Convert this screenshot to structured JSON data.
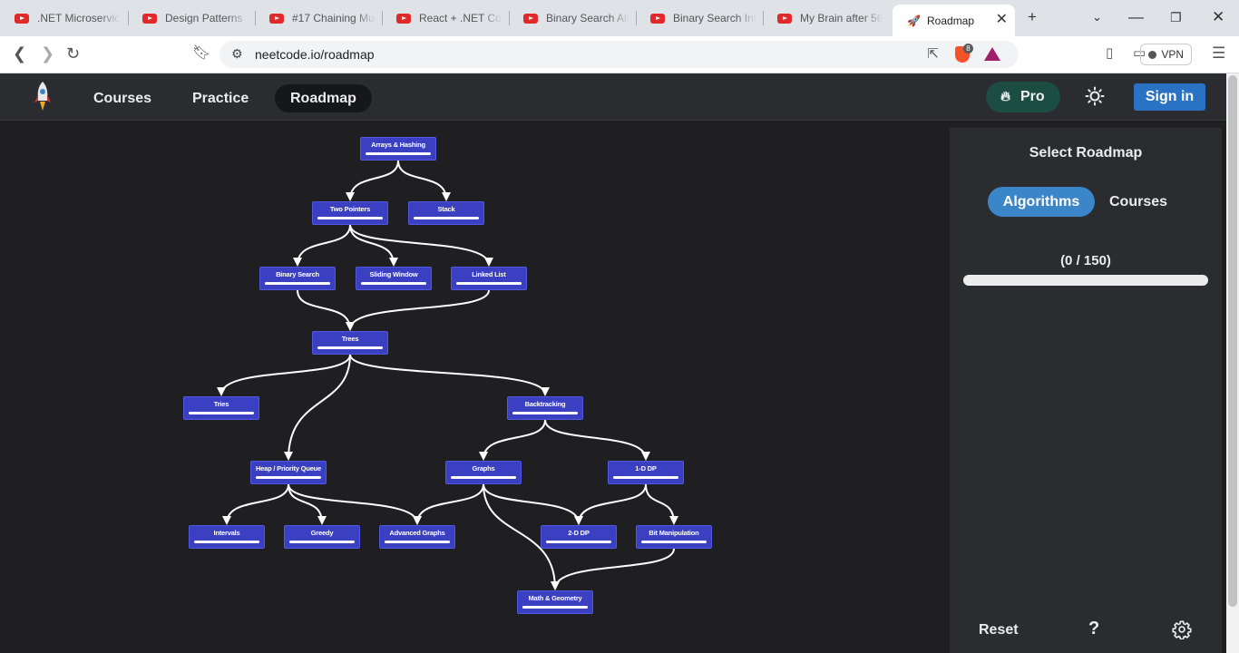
{
  "browser": {
    "tabs": [
      {
        "title": ".NET Microservices"
      },
      {
        "title": "Design Patterns"
      },
      {
        "title": "#17 Chaining Mu"
      },
      {
        "title": "React + .NET Cor"
      },
      {
        "title": "Binary Search Alg"
      },
      {
        "title": "Binary Search Int"
      },
      {
        "title": "My Brain after 56"
      }
    ],
    "active_tab": {
      "title": "Roadmap"
    },
    "url": "neetcode.io/roadmap",
    "brave_badge": "8",
    "vpn_label": "VPN"
  },
  "header": {
    "nav": [
      {
        "label": "Courses"
      },
      {
        "label": "Practice"
      },
      {
        "label": "Roadmap"
      }
    ],
    "pro_label": "Pro",
    "signin_label": "Sign in"
  },
  "roadmap": {
    "nodes": [
      {
        "id": "arrays",
        "label": "Arrays & Hashing"
      },
      {
        "id": "two_pointers",
        "label": "Two Pointers"
      },
      {
        "id": "stack",
        "label": "Stack"
      },
      {
        "id": "binary_search",
        "label": "Binary Search"
      },
      {
        "id": "sliding_window",
        "label": "Sliding Window"
      },
      {
        "id": "linked_list",
        "label": "Linked List"
      },
      {
        "id": "trees",
        "label": "Trees"
      },
      {
        "id": "tries",
        "label": "Tries"
      },
      {
        "id": "backtracking",
        "label": "Backtracking"
      },
      {
        "id": "heap",
        "label": "Heap / Priority Queue"
      },
      {
        "id": "graphs",
        "label": "Graphs"
      },
      {
        "id": "dp1",
        "label": "1-D DP"
      },
      {
        "id": "intervals",
        "label": "Intervals"
      },
      {
        "id": "greedy",
        "label": "Greedy"
      },
      {
        "id": "adv_graphs",
        "label": "Advanced Graphs"
      },
      {
        "id": "dp2",
        "label": "2-D DP"
      },
      {
        "id": "bit",
        "label": "Bit Manipulation"
      },
      {
        "id": "math",
        "label": "Math & Geometry"
      }
    ],
    "edges": [
      [
        "arrays",
        "two_pointers"
      ],
      [
        "arrays",
        "stack"
      ],
      [
        "two_pointers",
        "binary_search"
      ],
      [
        "two_pointers",
        "sliding_window"
      ],
      [
        "two_pointers",
        "linked_list"
      ],
      [
        "binary_search",
        "trees"
      ],
      [
        "linked_list",
        "trees"
      ],
      [
        "trees",
        "tries"
      ],
      [
        "trees",
        "backtracking"
      ],
      [
        "trees",
        "heap"
      ],
      [
        "backtracking",
        "graphs"
      ],
      [
        "backtracking",
        "dp1"
      ],
      [
        "heap",
        "intervals"
      ],
      [
        "heap",
        "greedy"
      ],
      [
        "heap",
        "adv_graphs"
      ],
      [
        "graphs",
        "adv_graphs"
      ],
      [
        "graphs",
        "dp2"
      ],
      [
        "graphs",
        "math"
      ],
      [
        "dp1",
        "dp2"
      ],
      [
        "dp1",
        "bit"
      ],
      [
        "bit",
        "math"
      ]
    ]
  },
  "panel": {
    "title": "Select Roadmap",
    "options": [
      {
        "label": "Algorithms",
        "selected": true
      },
      {
        "label": "Courses",
        "selected": false
      }
    ],
    "progress_text": "(0 / 150)",
    "progress_fraction": 0,
    "reset_label": "Reset",
    "help_label": "?"
  },
  "colors": {
    "background": "#1f1f22",
    "node": "#3b3fc2",
    "accent": "#3b86c9",
    "pro": "#1b4d43",
    "signin": "#2a73c4"
  }
}
